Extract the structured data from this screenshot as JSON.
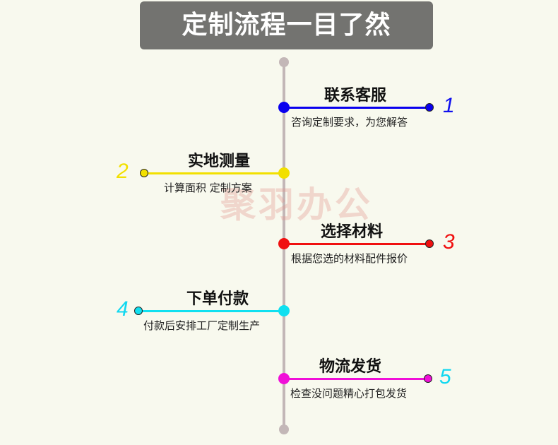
{
  "title": "定制流程一目了然",
  "watermark": "聚羽办公",
  "steps": [
    {
      "number": "1",
      "label": "联系客服",
      "desc": "咨询定制要求，为您解答",
      "color": "#0a00ee",
      "number_color": "#1010ee",
      "side": "right"
    },
    {
      "number": "2",
      "label": "实地测量",
      "desc": "计算面积  定制方案",
      "color": "#f2e000",
      "number_color": "#f2e000",
      "side": "left"
    },
    {
      "number": "3",
      "label": "选择材料",
      "desc": "根据您选的材料配件报价",
      "color": "#f01010",
      "number_color": "#f01010",
      "side": "right"
    },
    {
      "number": "4",
      "label": "下单付款",
      "desc": "付款后安排工厂定制生产",
      "color": "#10e0f0",
      "number_color": "#10d8f0",
      "side": "left"
    },
    {
      "number": "5",
      "label": "物流发货",
      "desc": "检查没问题精心打包发货",
      "color": "#f010d8",
      "number_color": "#10d8f0",
      "side": "right"
    }
  ]
}
